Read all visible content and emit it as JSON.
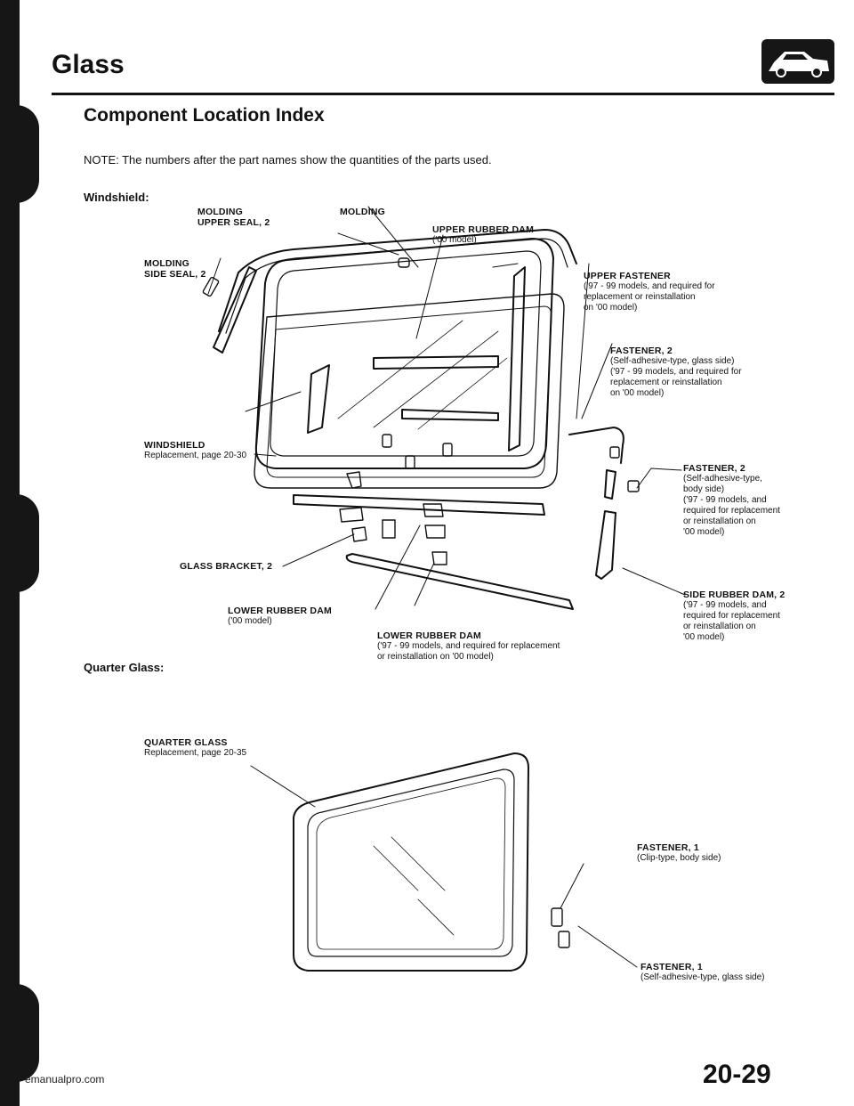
{
  "header": {
    "title": "Glass",
    "icon": "car-side-icon"
  },
  "section": {
    "title": "Component Location Index"
  },
  "note": "NOTE: The numbers after the part names show the quantities of the parts used.",
  "windshield": {
    "heading": "Windshield:",
    "labels": {
      "upper_seal": {
        "name": "MOLDING",
        "name2": "UPPER SEAL, 2"
      },
      "molding": {
        "name": "MOLDING"
      },
      "upper_dam": {
        "name": "UPPER RUBBER DAM",
        "desc": "('00 model)"
      },
      "side_seal": {
        "name": "MOLDING",
        "name2": "SIDE SEAL, 2"
      },
      "upper_fastener": {
        "name": "UPPER FASTENER",
        "d1": "('97 - 99 models, and required for",
        "d2": "replacement or reinstallation",
        "d3": "on '00 model)"
      },
      "fastener_glass": {
        "name": "FASTENER, 2",
        "d1": "(Self-adhesive-type, glass side)",
        "d2": "('97 - 99 models, and required for",
        "d3": "replacement or reinstallation",
        "d4": "on '00 model)"
      },
      "windshield": {
        "name": "WINDSHIELD",
        "desc": "Replacement, page 20-30"
      },
      "fastener_body": {
        "name": "FASTENER, 2",
        "d1": "(Self-adhesive-type,",
        "d2": "body side)",
        "d3": "('97 - 99 models, and",
        "d4": "required for replacement",
        "d5": "or reinstallation on",
        "d6": "'00 model)"
      },
      "glass_bracket": {
        "name": "GLASS BRACKET, 2"
      },
      "side_dam": {
        "name": "SIDE RUBBER DAM, 2",
        "d1": "('97 - 99 models, and",
        "d2": "required for replacement",
        "d3": "or reinstallation on",
        "d4": "'00 model)"
      },
      "lower_dam_00": {
        "name": "LOWER RUBBER DAM",
        "desc": "('00 model)"
      },
      "lower_dam_97": {
        "name": "LOWER RUBBER DAM",
        "d1": "('97 - 99 models, and required for replacement",
        "d2": "or reinstallation on '00 model)"
      }
    }
  },
  "quarter": {
    "heading": "Quarter Glass:",
    "labels": {
      "quarter_glass": {
        "name": "QUARTER GLASS",
        "desc": "Replacement, page 20-35"
      },
      "fastener_clip": {
        "name": "FASTENER, 1",
        "desc": "(Clip-type, body side)"
      },
      "fastener_adh": {
        "name": "FASTENER, 1",
        "desc": "(Self-adhesive-type, glass side)"
      }
    }
  },
  "footer": {
    "url": "emanualpro.com",
    "page": "20-29"
  }
}
